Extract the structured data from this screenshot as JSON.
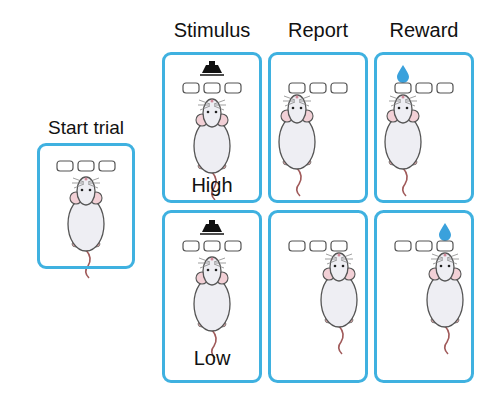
{
  "diagram": {
    "nodes": [
      {
        "text": [
          "Start trial"
        ]
      },
      {
        "text": [
          "Stimulus",
          "High"
        ]
      },
      {
        "text": [
          "Report"
        ]
      },
      {
        "text": [
          "Reward"
        ]
      },
      {
        "text": [
          "Low"
        ]
      }
    ]
  }
}
